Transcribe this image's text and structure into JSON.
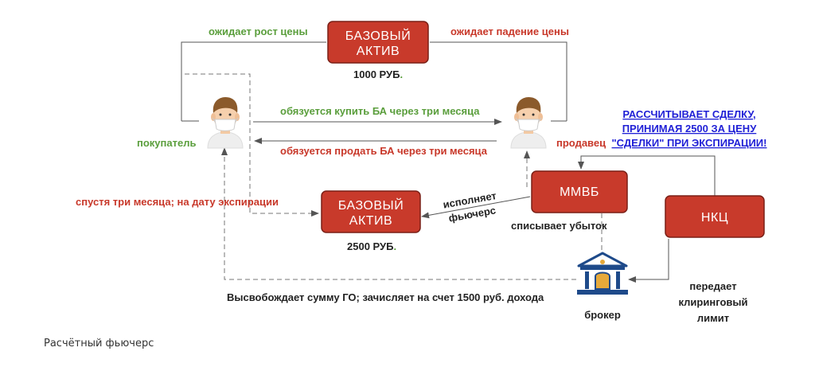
{
  "labels": {
    "expects_rise": "ожидает рост цены",
    "expects_fall": "ожидает падение цены",
    "base_asset_top_line1": "БАЗОВЫЙ",
    "base_asset_top_line2": "АКТИВ",
    "price_top": "1000 РУБ",
    "price_top_dot": ".",
    "buyer": "покупатель",
    "seller": "продавец",
    "obligation_buy": "обязуется купить БА через три месяца",
    "obligation_sell": "обязуется продать  БА через три месяца",
    "nkc_note_line1": "РАССЧИТЫВАЕТ СДЕЛКУ,",
    "nkc_note_line2": "ПРИНИМАЯ 2500 ЗА ЦЕНУ",
    "nkc_note_line3": "\"СДЕЛКИ\" ПРИ ЭКСПИРАЦИИ!",
    "expiration": "спустя три месяца; на дату экспирации",
    "base_asset_mid_line1": "БАЗОВЫЙ",
    "base_asset_mid_line2": "АКТИВ",
    "price_mid": "2500 РУБ",
    "price_mid_dot": ".",
    "executes_line1": "исполняет",
    "executes_line2": "фьючерс",
    "mmvb": "ММВБ",
    "writes_off_loss": "списывает убыток",
    "nkc": "НКЦ",
    "releases_go": "Высвобождает сумму ГО; зачисляет на счет 1500 руб. дохода",
    "broker": "брокер",
    "transfers_line1": "передает",
    "transfers_line2": "клиринговый",
    "transfers_line3": "лимит"
  },
  "caption": "Расчётный фьючерс",
  "colors": {
    "box_fill": "#c83a2b",
    "green_text": "#5a9e3c",
    "red_text": "#c8382a",
    "blue_text": "#1f1fd6",
    "broker_icon": "#1e4a8a"
  },
  "icons": {
    "buyer": "person-with-mask-icon",
    "seller": "person-with-mask-icon",
    "broker": "bank-icon"
  }
}
